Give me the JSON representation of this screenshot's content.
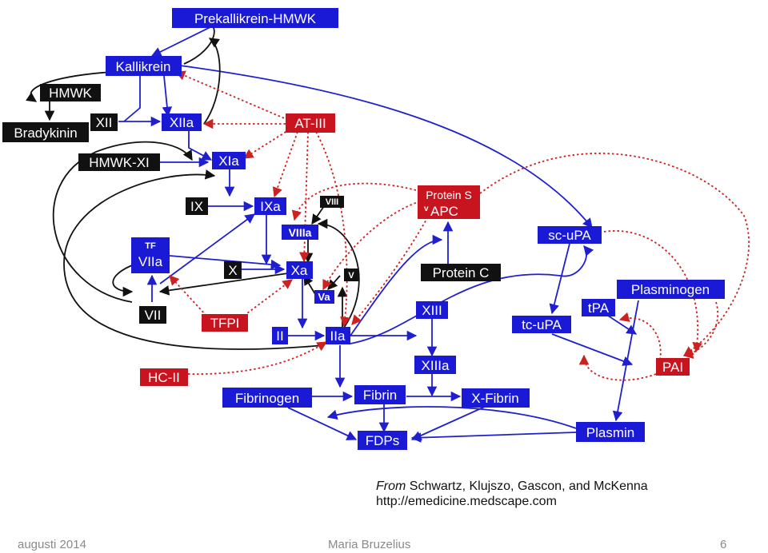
{
  "colors": {
    "blue": "#1a1ad6",
    "red": "#c8141e",
    "black": "#111111",
    "blue_edge": "#1f1fcf",
    "red_edge": "#cc2222",
    "black_edge": "#111111"
  },
  "nodes": {
    "prekallikrein_hmwk": "Prekallikrein-HMWK",
    "kallikrein": "Kallikrein",
    "hmwk": "HMWK",
    "bradykinin": "Bradykinin",
    "xii": "XII",
    "xiia": "XIIa",
    "at_iii": "AT-III",
    "hmwk_xi": "HMWK-XI",
    "xia": "XIa",
    "ix": "IX",
    "ixa": "IXa",
    "viii": "VIII",
    "viiia": "VIIIa",
    "protein_s": "Protein S",
    "apc": "APC",
    "apc_tag": "v",
    "sc_upa": "sc-uPA",
    "tf": "TF",
    "viia": "VIIa",
    "x": "X",
    "xa": "Xa",
    "v": "V",
    "va": "Va",
    "protein_c": "Protein C",
    "vii": "VII",
    "tfpi": "TFPI",
    "ii": "II",
    "iia": "IIa",
    "xiii": "XIII",
    "xiiia": "XIIIa",
    "tpa": "tPA",
    "plasminogen": "Plasminogen",
    "tc_upa": "tc-uPA",
    "pai": "PAI",
    "hc_ii": "HC-II",
    "fibrinogen": "Fibrinogen",
    "fibrin": "Fibrin",
    "x_fibrin": "X-Fibrin",
    "fdps": "FDPs",
    "plasmin": "Plasmin"
  },
  "caption": {
    "from": "From",
    "authors": "Schwartz, Klujszo, Gascon, and McKenna",
    "url": "http://emedicine.medscape.com"
  },
  "footer": {
    "date": "augusti 2014",
    "author": "Maria Bruzelius",
    "page": "6"
  }
}
